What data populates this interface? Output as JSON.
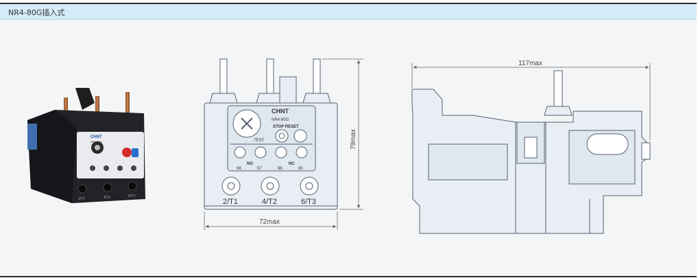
{
  "header": {
    "title": "NR4-80G插入式"
  },
  "photo": {
    "brand": "CHNT",
    "model": "NR4-80G",
    "terminals": [
      "2/T1",
      "4/T2",
      "6/T3"
    ]
  },
  "front_view": {
    "brand": "CHNT",
    "model": "NR4-80G",
    "stop_reset": "STOP RESET",
    "test": "TEST",
    "no": "NO",
    "nc": "NC",
    "contacts": [
      "98",
      "97",
      "96",
      "95"
    ],
    "terminals": [
      "2/T1",
      "4/T2",
      "6/T3"
    ],
    "width_dim": "72max",
    "height_dim": "79max"
  },
  "side_view": {
    "width_dim": "117max"
  },
  "colors": {
    "line": "#556070",
    "housing_fill": "#e8eef4",
    "dimension": "#666666",
    "header_bg": "#d4ecf8"
  }
}
